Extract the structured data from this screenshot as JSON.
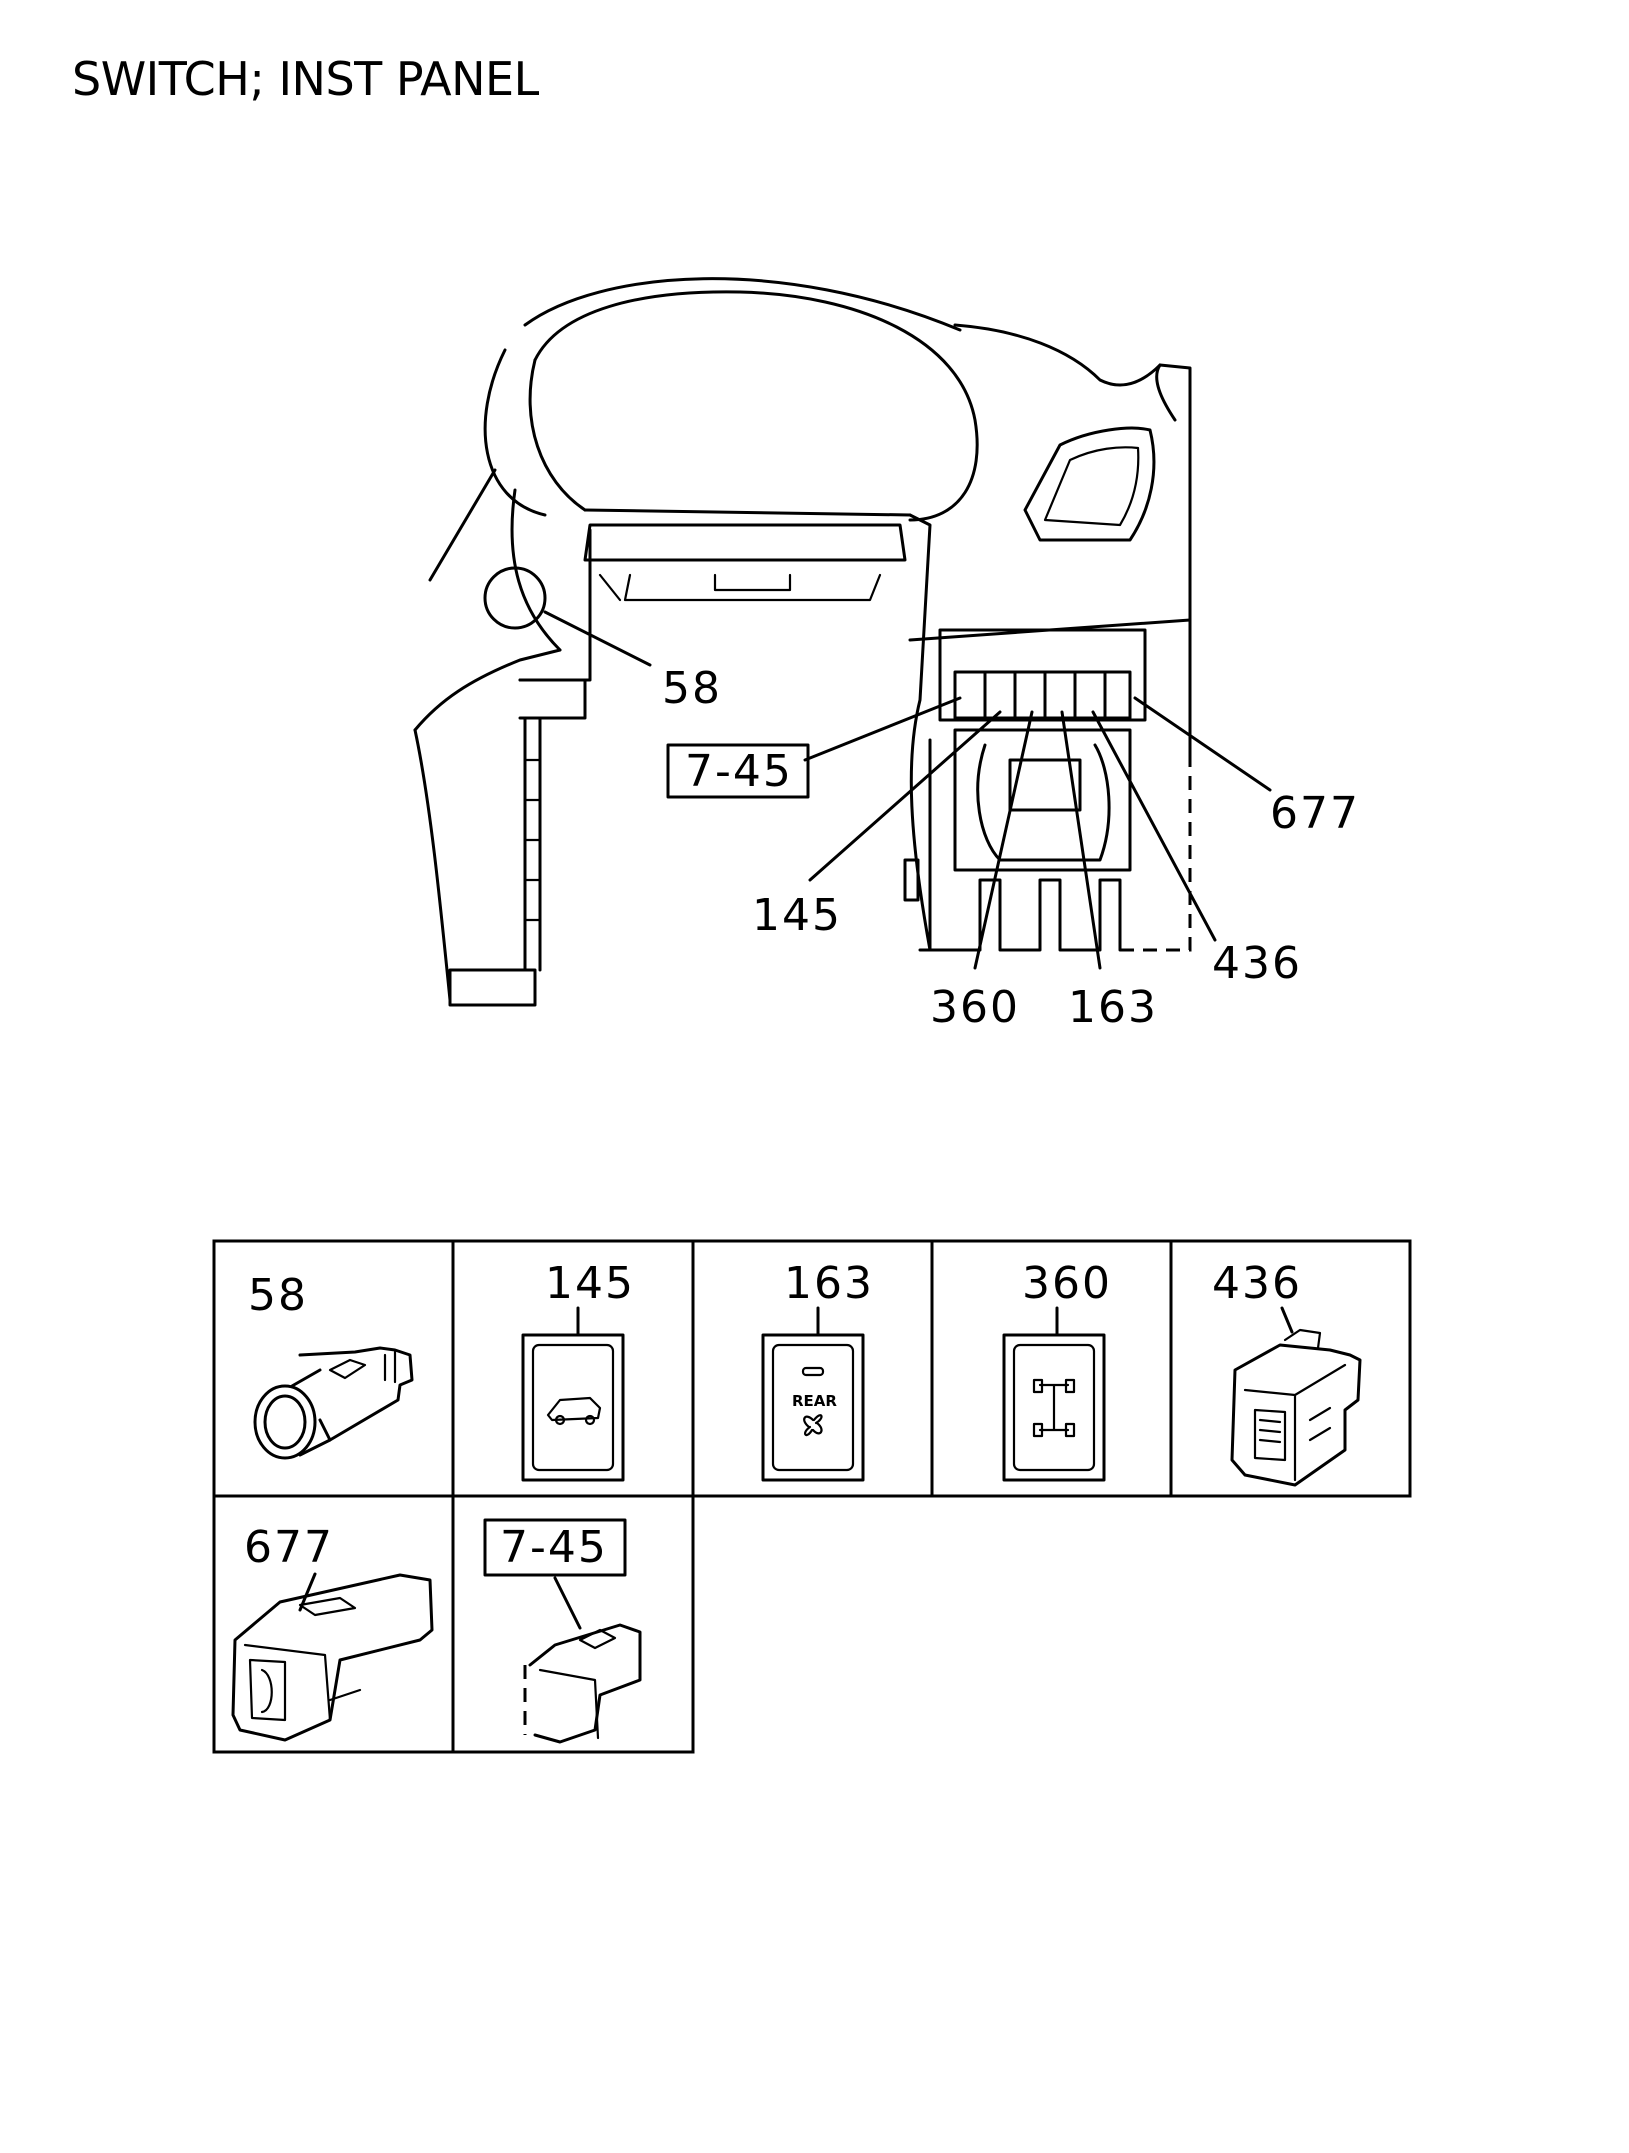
{
  "title": "SWITCH; INST PANEL",
  "callouts": {
    "c58": "58",
    "c745": "7-45",
    "c145": "145",
    "c360": "360",
    "c163": "163",
    "c436": "436",
    "c677": "677"
  },
  "cells": [
    {
      "id": "58",
      "label": "58",
      "boxed": false
    },
    {
      "id": "145",
      "label": "145",
      "boxed": false
    },
    {
      "id": "163",
      "label": "163",
      "boxed": false,
      "switch_text": "REAR"
    },
    {
      "id": "360",
      "label": "360",
      "boxed": false
    },
    {
      "id": "436",
      "label": "436",
      "boxed": false
    },
    {
      "id": "677",
      "label": "677",
      "boxed": false
    },
    {
      "id": "7-45",
      "label": "7-45",
      "boxed": true
    }
  ]
}
